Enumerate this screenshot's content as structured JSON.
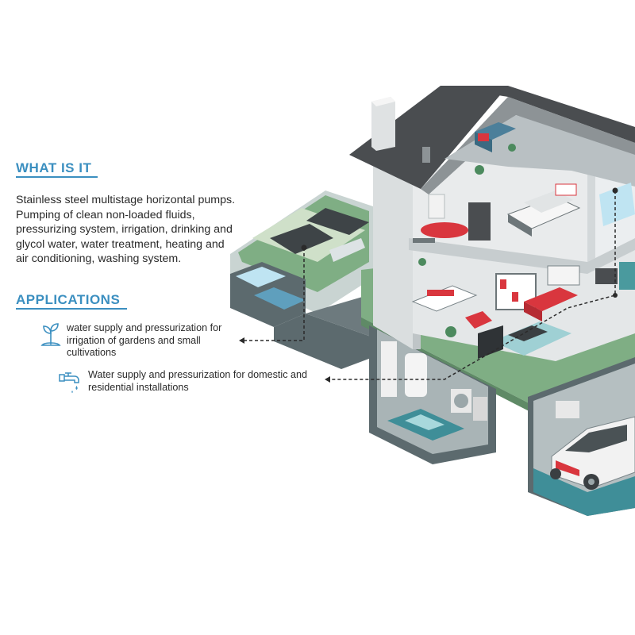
{
  "sections": {
    "what_is_it": {
      "heading": "WHAT IS IT",
      "description": "Stainless steel multistage horizontal pumps. Pumping of clean non-loaded fluids, pressurizing system, irrigation, drinking and glycol water, water treatment, heating and air conditioning, washing system."
    },
    "applications": {
      "heading": "APPLICATIONS",
      "items": [
        {
          "text": "water supply and pressurization for irrigation of gardens and small cultivations",
          "icon": "plant-sprout-icon"
        },
        {
          "text": "Water supply and pressurization for domestic and residential installations",
          "icon": "water-tap-icon"
        }
      ]
    }
  },
  "colors": {
    "accent": "#3b8fc0",
    "roof": "#4a4d50",
    "lawn": "#7fae84",
    "wall": "#e9ebec",
    "basement": "#5c6a6e",
    "red_accent": "#d9363e"
  }
}
